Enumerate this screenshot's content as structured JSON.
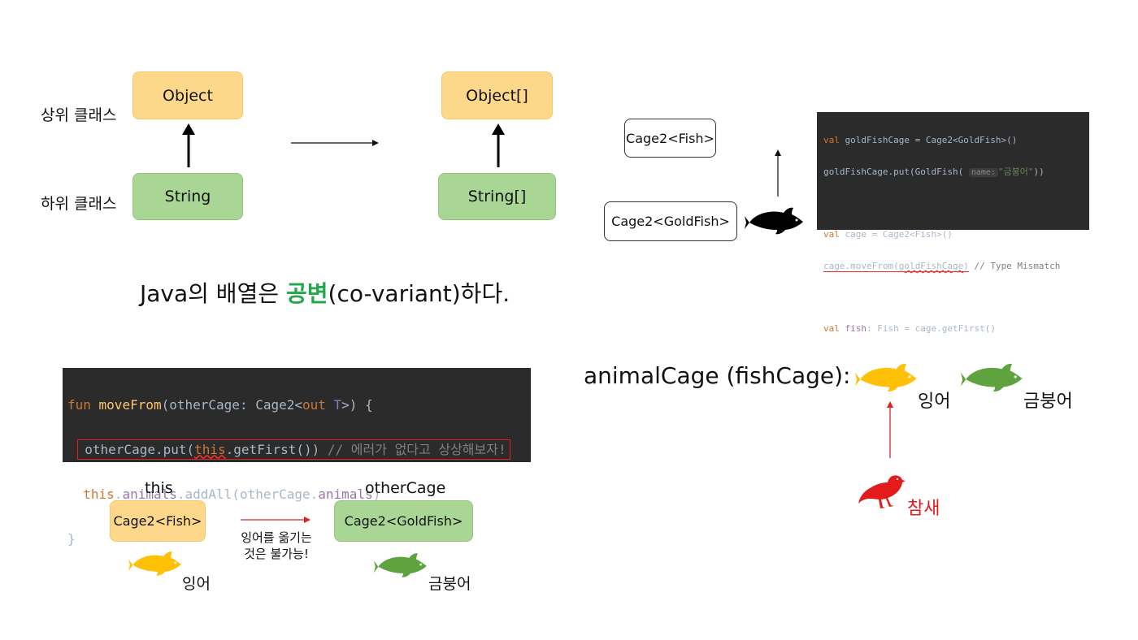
{
  "left_diagram": {
    "super_label": "상위 클래스",
    "sub_label": "하위 클래스",
    "object": "Object",
    "string": "String",
    "object_arr": "Object[]",
    "string_arr": "String[]"
  },
  "caption": {
    "prefix": "Java의 배열은 ",
    "highlight": "공변",
    "suffix": "(co-variant)하다."
  },
  "cage_diagram": {
    "cage_fish": "Cage2<Fish>",
    "cage_goldfish": "Cage2<GoldFish>"
  },
  "code_top": {
    "l1_kw": "val",
    "l1_rest": " goldFishCage = Cage2<GoldFish>()",
    "l2_a": "goldFishCage.put(GoldFish( ",
    "l2_hint": "name:",
    "l2_str": "\"금붕어\"",
    "l2_b": "))",
    "l3_kw": "val",
    "l3_rest": " cage = Cage2<Fish>()",
    "l4_a": "cage.moveFrom(",
    "l4_arg": "goldFishCage",
    "l4_b": ")",
    "l4_cm": " // Type Mismatch",
    "l5_kw": "val",
    "l5_var": " fish",
    "l5_rest": ": Fish = cage.getFirst()"
  },
  "code_bottom": {
    "l1_kw": "fun",
    "l1_fn": " moveFrom",
    "l1_a": "(otherCage: Cage2<",
    "l1_out": "out",
    "l1_t": " T",
    "l1_b": ">) {",
    "l2_a": "otherCage.put(",
    "l2_this": "this",
    "l2_b": ".getFirst())",
    "l2_cm": " // 에러가 없다고 상상해보자!",
    "l3_this": "this",
    "l3_dot": ".",
    "l3_animals": "animals",
    "l3_a": ".addAll(otherCage.",
    "l3_animals2": "animals",
    "l3_b": ")",
    "l4": "}"
  },
  "bottom_diagram": {
    "this_label": "this",
    "other_label": "otherCage",
    "this_box": "Cage2<Fish>",
    "other_box": "Cage2<GoldFish>",
    "note_line1": "잉어를 옮기는",
    "note_line2": "것은 불가능!",
    "carp": "잉어",
    "goldfish": "금붕어"
  },
  "right_diagram": {
    "title": "animalCage (fishCage):",
    "carp": "잉어",
    "goldfish": "금붕어",
    "sparrow": "참새"
  },
  "colors": {
    "orange_fish": "#ffc107",
    "green_fish": "#5fa33e",
    "red": "#e31b1b",
    "highlight_green": "#22a84a"
  }
}
